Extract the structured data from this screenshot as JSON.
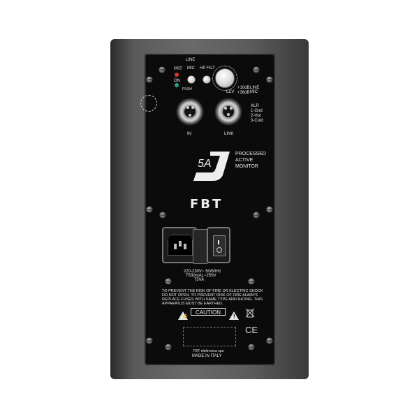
{
  "panel": {
    "prt_label": "PRT",
    "on_label": "ON",
    "mode": {
      "line": "LINE",
      "mic": "MIC"
    },
    "hp_filt": "HP FILT",
    "lev": "LEV",
    "gain": {
      "line": "+10dB",
      "mic": "+36dB",
      "line_mic": "LINE\nMIC"
    },
    "push": "PUSH",
    "xlr_pinout": [
      "XLR",
      "1-Gnd",
      "2-Hot",
      "3-Cold"
    ],
    "in_label": "IN",
    "link_label": "LINK",
    "model_mark": "5A",
    "model_desc": [
      "PROCESSED",
      "ACTIVE",
      "MONITOR"
    ],
    "brand": "FBT",
    "power": [
      "220-230V~ 50/60Hz",
      "T630mAL~250V",
      "75VA"
    ],
    "warning": [
      "TO PREVENT THE RISK OF FIRE OR ELECTRIC SHOCK",
      "DO NOT OPEN. TO PREVENT RISK OF FIRE ALWAYS",
      "REPLACE FUSES WITH SAME TYPE AND RATING. THIS",
      "APPARATUS MUST BE EARTHED."
    ],
    "caution": "CAUTION",
    "ce": "CE",
    "maker": "FBT elettronica spa",
    "origin": "MADE IN ITALY"
  }
}
